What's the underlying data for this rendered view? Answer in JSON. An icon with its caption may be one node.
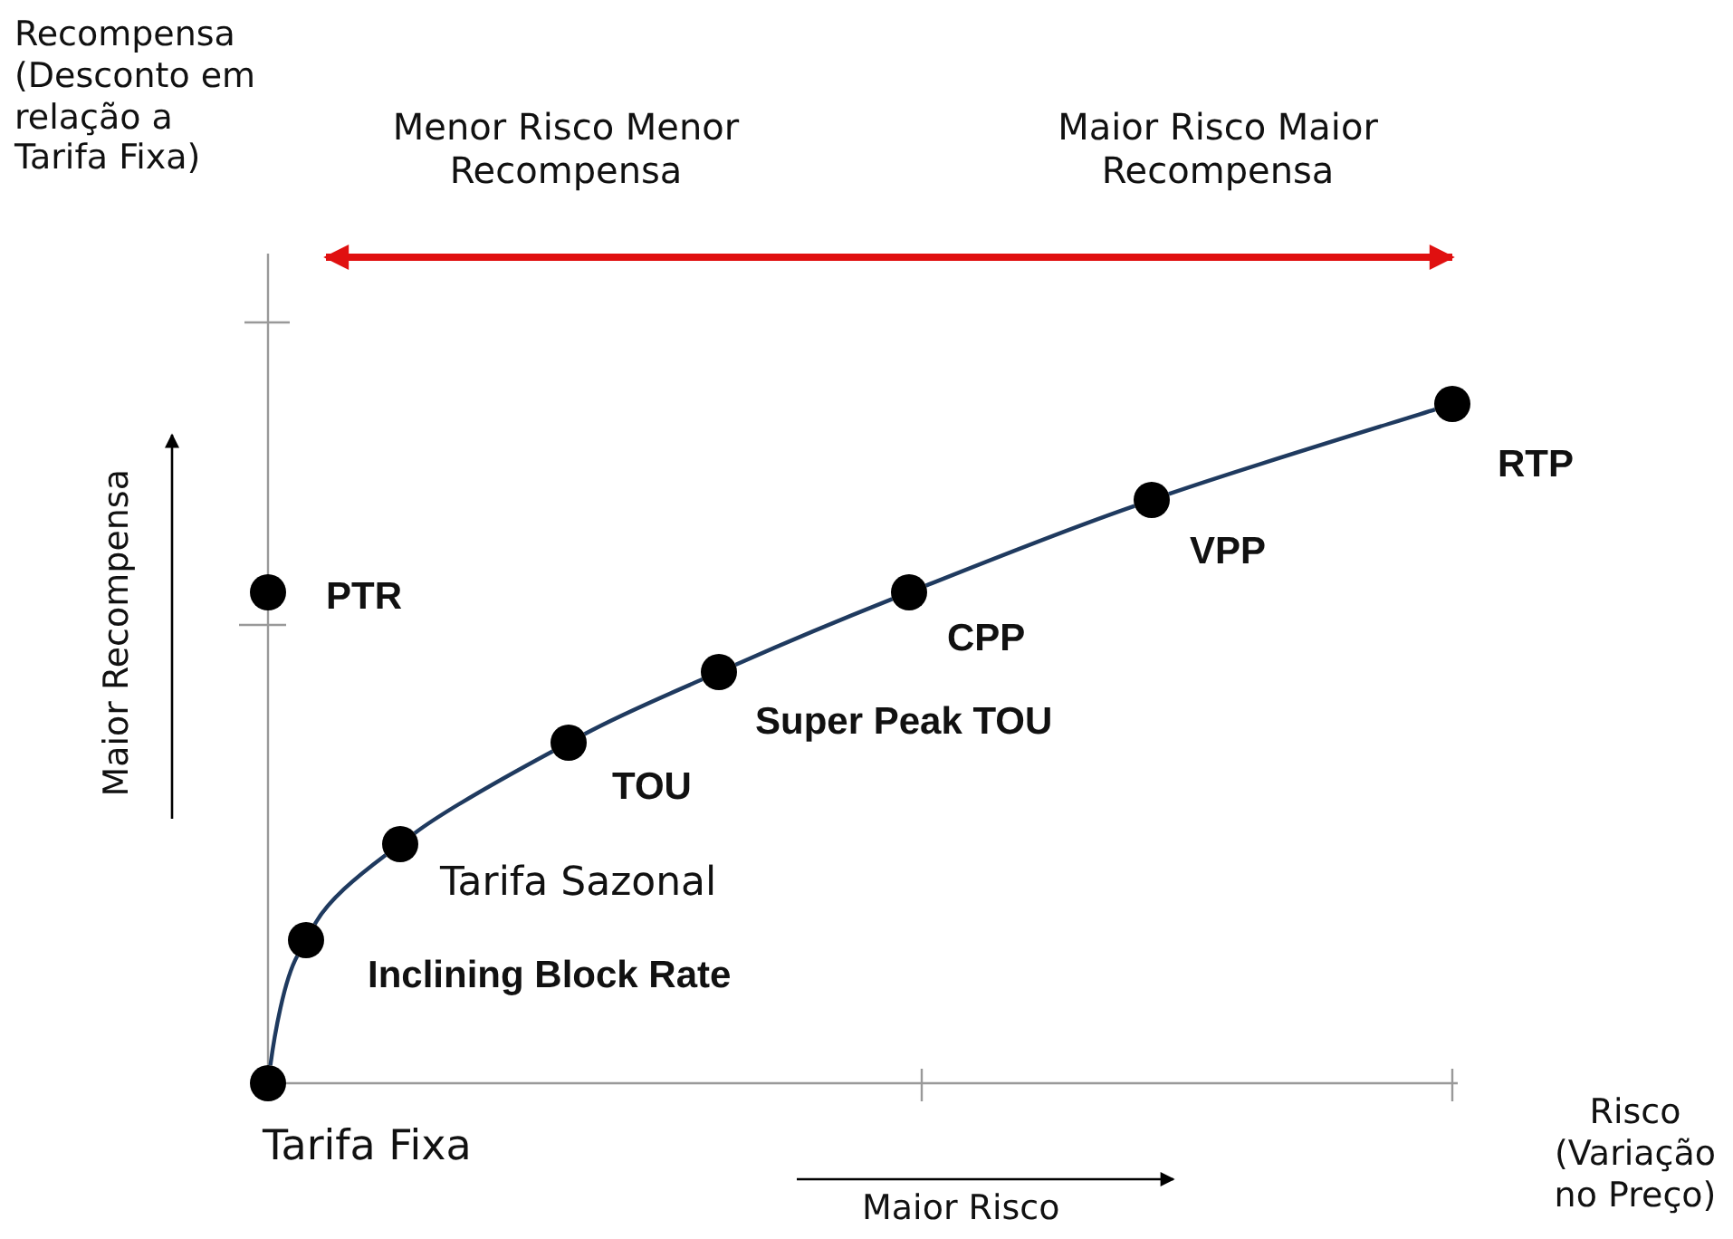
{
  "diagram": {
    "nodes": [
      {
        "text": [],
        "shape": "circle",
        "beside": [
          "Tarifa Fixa"
        ]
      },
      {
        "text": [],
        "shape": "circle",
        "beside": [
          "Inclining Block Rate"
        ]
      },
      {
        "text": [],
        "shape": "circle",
        "beside": [
          "Tarifa Sazonal"
        ]
      },
      {
        "text": [],
        "shape": "circle",
        "beside": [
          "TOU"
        ]
      },
      {
        "text": [],
        "shape": "circle",
        "beside": [
          "Super Peak TOU"
        ]
      },
      {
        "text": [],
        "shape": "circle",
        "beside": [
          "CPP"
        ]
      },
      {
        "text": [],
        "shape": "circle",
        "beside": [
          "VPP"
        ]
      },
      {
        "text": [],
        "shape": "circle",
        "beside": [
          "RTP"
        ]
      },
      {
        "text": [],
        "shape": "circle",
        "beside": [
          "PTR"
        ]
      }
    ],
    "edges": [
      {
        "from": 0,
        "to": 1,
        "arrow": "none"
      },
      {
        "from": 1,
        "to": 2,
        "arrow": "none"
      },
      {
        "from": 2,
        "to": 3,
        "arrow": "none"
      },
      {
        "from": 3,
        "to": 4,
        "arrow": "none"
      },
      {
        "from": 4,
        "to": 5,
        "arrow": "none"
      },
      {
        "from": 5,
        "to": 6,
        "arrow": "none"
      },
      {
        "from": 6,
        "to": 7,
        "arrow": "none"
      }
    ],
    "labels": [
      "Recompensa (Desconto em relação a Tarifa Fixa)",
      "Menor Risco Menor Recompensa",
      "Maior Risco Maior Recompensa",
      "Maior Recompensa",
      "Risco (Variação no Preço)",
      "Maior Risco"
    ]
  }
}
